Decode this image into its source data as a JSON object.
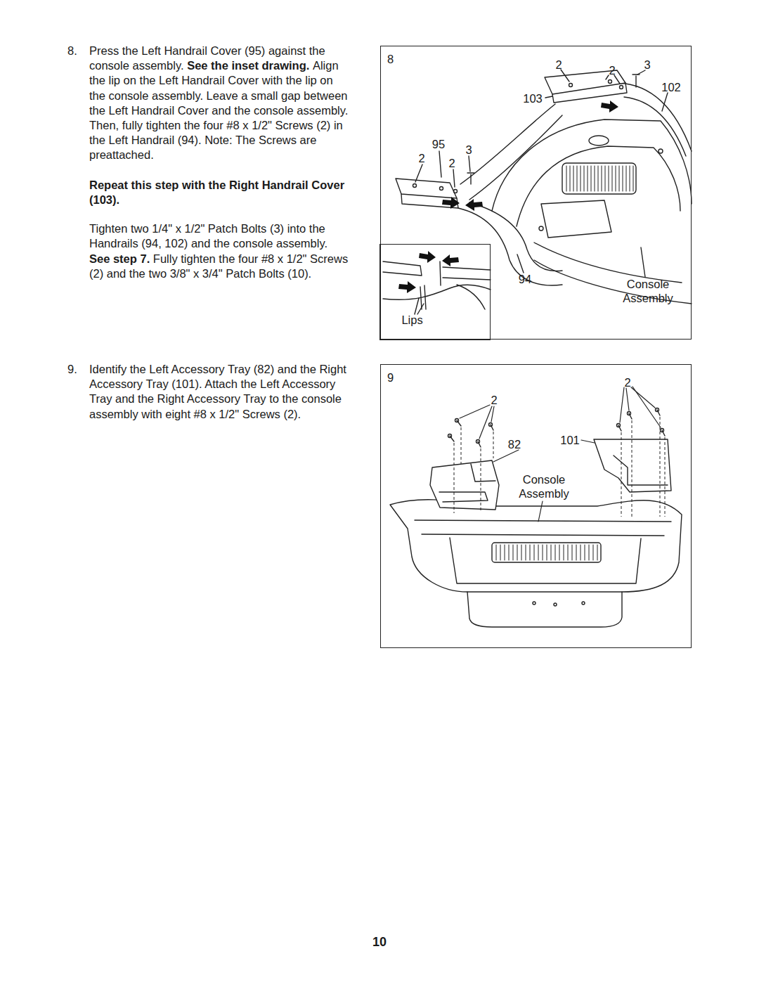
{
  "diagram": {
    "nodes": [
      {
        "text": [
          "8"
        ]
      },
      {
        "text": [
          "Lips"
        ],
        "in": 0
      },
      {
        "text": [
          "9"
        ]
      }
    ],
    "labels": [
      "8.",
      "Press the Left Handrail Cover (95) against the console assembly.",
      "See the inset drawing.",
      "Align the lip on the Left Handrail Cover with the lip on the console assembly. Leave a small gap between the Left Handrail Cover and the console assembly. Then, fully tighten the four #8 x 1/2\" Screws (2) in the Left Handrail (94). Note: The Screws are preattached.",
      "Repeat this step with the Right Handrail Cover (103).",
      "Tighten two 1/4\" x 1/2\" Patch Bolts (3) into the Handrails (94, 102) and the console assembly.",
      "See step 7.",
      "Fully tighten the four #8 x 1/2\" Screws (2) and the two 3/8\" x 3/4\" Patch Bolts (10).",
      "9.",
      "Identify the Left Accessory Tray (82) and the Right Accessory Tray (101). Attach the Left Accessory Tray and the Right Accessory Tray to the console assembly with eight #8 x 1/2\" Screws (2).",
      "2",
      "2",
      "3",
      "102",
      "103",
      "95",
      "3",
      "2",
      "2",
      "94",
      "Console Assembly",
      "2",
      "2",
      "82",
      "101",
      "Console Assembly",
      "10"
    ]
  }
}
